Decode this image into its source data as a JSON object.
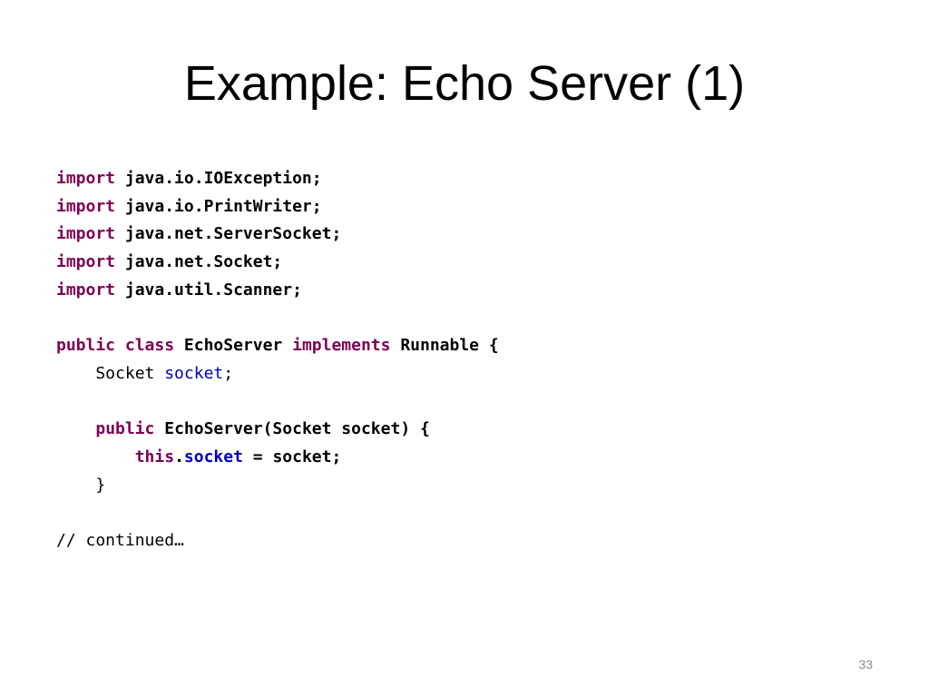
{
  "slide": {
    "title": "Example: Echo Server (1)",
    "page_number": "33"
  },
  "colors": {
    "keyword": "#7f0055",
    "field": "#0000c0",
    "text": "#000000",
    "page_number": "#8c8c8c"
  },
  "code_lines": [
    [
      {
        "t": "import",
        "k": "kw"
      },
      {
        "t": " java.io.IOException;",
        "k": "bold"
      }
    ],
    [
      {
        "t": "import",
        "k": "kw"
      },
      {
        "t": " java.io.PrintWriter;",
        "k": "bold"
      }
    ],
    [
      {
        "t": "import",
        "k": "kw"
      },
      {
        "t": " java.net.ServerSocket;",
        "k": "bold"
      }
    ],
    [
      {
        "t": "import",
        "k": "kw"
      },
      {
        "t": " java.net.Socket;",
        "k": "bold"
      }
    ],
    [
      {
        "t": "import",
        "k": "kw"
      },
      {
        "t": " java.util.Scanner;",
        "k": "bold"
      }
    ],
    [],
    [
      {
        "t": "public",
        "k": "kw"
      },
      {
        "t": " ",
        "k": "bold"
      },
      {
        "t": "class",
        "k": "kw"
      },
      {
        "t": " EchoServer ",
        "k": "bold"
      },
      {
        "t": "implements",
        "k": "kw"
      },
      {
        "t": " Runnable {",
        "k": "bold"
      }
    ],
    [
      {
        "t": "    Socket ",
        "k": "plain"
      },
      {
        "t": "socket",
        "k": "fld"
      },
      {
        "t": ";",
        "k": "plain"
      }
    ],
    [],
    [
      {
        "t": "    ",
        "k": "plain"
      },
      {
        "t": "public",
        "k": "kw"
      },
      {
        "t": " EchoServer(Socket socket) {",
        "k": "bold"
      }
    ],
    [
      {
        "t": "        ",
        "k": "plain"
      },
      {
        "t": "this",
        "k": "kw"
      },
      {
        "t": ".",
        "k": "bold"
      },
      {
        "t": "socket",
        "k": "fld bold"
      },
      {
        "t": " = socket;",
        "k": "bold"
      }
    ],
    [
      {
        "t": "    }",
        "k": "plain"
      }
    ],
    [],
    [
      {
        "t": "// continued…",
        "k": "plain"
      }
    ]
  ]
}
